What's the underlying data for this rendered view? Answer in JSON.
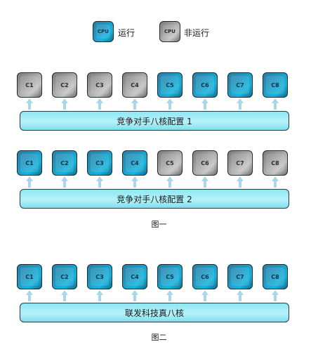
{
  "legend": {
    "running_chip_label": "CPU",
    "running_label": "运行",
    "idle_chip_label": "CPU",
    "idle_label": "非运行"
  },
  "figure1": {
    "row1": {
      "cores": [
        "C1",
        "C2",
        "C3",
        "C4",
        "C5",
        "C6",
        "C7",
        "C8"
      ],
      "state": [
        "idle",
        "idle",
        "idle",
        "idle",
        "run",
        "run",
        "run",
        "run"
      ],
      "bar_label": "竞争对手八核配置 1"
    },
    "row2": {
      "cores": [
        "C1",
        "C2",
        "C3",
        "C4",
        "C5",
        "C6",
        "C7",
        "C8"
      ],
      "state": [
        "run",
        "run",
        "run",
        "run",
        "idle",
        "idle",
        "idle",
        "idle"
      ],
      "bar_label": "竞争对手八核配置 2"
    },
    "caption": "图一"
  },
  "figure2": {
    "row": {
      "cores": [
        "C1",
        "C2",
        "C3",
        "C4",
        "C5",
        "C6",
        "C7",
        "C8"
      ],
      "state": [
        "run",
        "run",
        "run",
        "run",
        "run",
        "run",
        "run",
        "run"
      ],
      "bar_label": "联发科技真八核"
    },
    "caption": "图二"
  },
  "colors": {
    "running": "#1f98c2",
    "idle": "#a7a7a7",
    "bar": "#b6f1f8",
    "arrow": "#a9d7e8"
  }
}
